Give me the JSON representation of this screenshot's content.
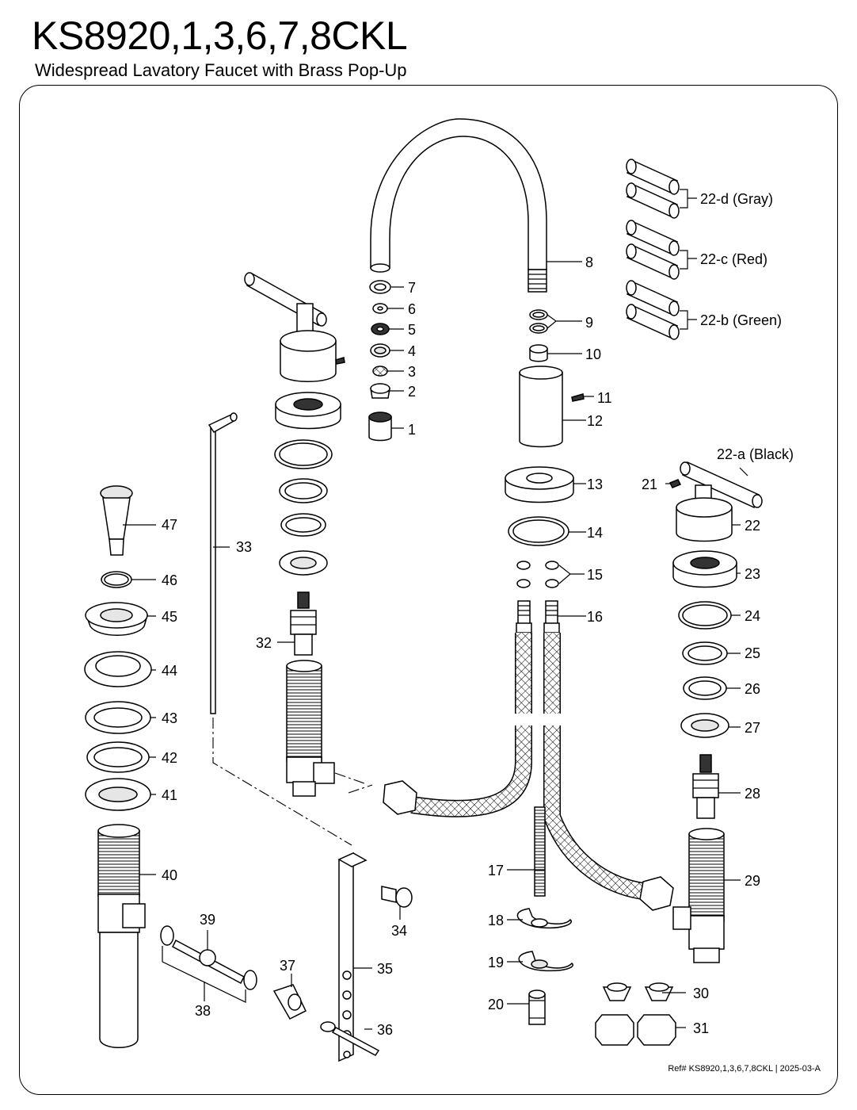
{
  "header": {
    "title": "KS8920,1,3,6,7,8CKL",
    "subtitle": "Widespread Lavatory Faucet with Brass Pop-Up"
  },
  "footer": {
    "ref": "Ref# KS8920,1,3,6,7,8CKL | 2025-03-A"
  },
  "labels": {
    "p1": "1",
    "p2": "2",
    "p3": "3",
    "p4": "4",
    "p5": "5",
    "p6": "6",
    "p7": "7",
    "p8": "8",
    "p9": "9",
    "p10": "10",
    "p11": "11",
    "p12": "12",
    "p13": "13",
    "p14": "14",
    "p15": "15",
    "p16": "16",
    "p17": "17",
    "p18": "18",
    "p19": "19",
    "p20": "20",
    "p21": "21",
    "p22": "22",
    "p22a": "22-a (Black)",
    "p22b": "22-b (Green)",
    "p22c": "22-c (Red)",
    "p22d": "22-d (Gray)",
    "p23": "23",
    "p24": "24",
    "p25": "25",
    "p26": "26",
    "p27": "27",
    "p28": "28",
    "p29": "29",
    "p30": "30",
    "p31": "31",
    "p32": "32",
    "p33": "33",
    "p34": "34",
    "p35": "35",
    "p36": "36",
    "p37": "37",
    "p38": "38",
    "p39": "39",
    "p40": "40",
    "p41": "41",
    "p42": "42",
    "p43": "43",
    "p44": "44",
    "p45": "45",
    "p46": "46",
    "p47": "47"
  }
}
